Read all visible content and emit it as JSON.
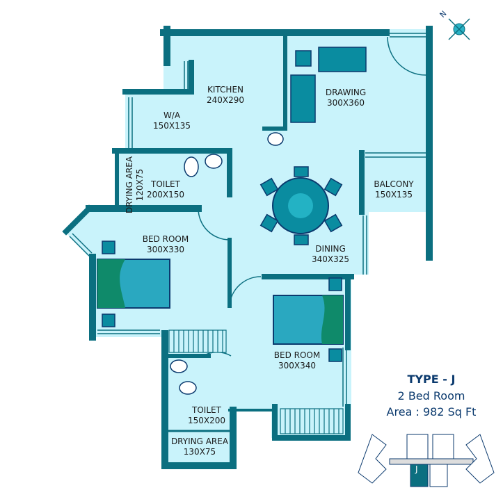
{
  "plan": {
    "rooms": [
      {
        "name": "KITCHEN",
        "size": "240X290"
      },
      {
        "name": "W/A",
        "size": "150X135"
      },
      {
        "name": "DRAWING",
        "size": "300X360"
      },
      {
        "name": "BALCONY",
        "size": "150X135"
      },
      {
        "name": "DRYING AREA",
        "size": "120X75"
      },
      {
        "name": "TOILET",
        "size": "200X150"
      },
      {
        "name": "BED ROOM",
        "size": "300X330"
      },
      {
        "name": "DINING",
        "size": "340X325"
      },
      {
        "name": "BED ROOM",
        "size": "300X340"
      },
      {
        "name": "TOILET",
        "size": "150X200"
      },
      {
        "name": "DRYING AREA",
        "size": "130X75"
      }
    ]
  },
  "info": {
    "type": "TYPE - J",
    "bedrooms": "2  Bed Room",
    "area": "Area : 982 Sq Ft",
    "key_plan_unit": "J"
  },
  "compass": {
    "label": "N"
  },
  "colors": {
    "wall": "#0b6f80",
    "floor": "#c9f3fb",
    "furniture": "#0a8ca0",
    "text_blue": "#0b3a6e"
  }
}
